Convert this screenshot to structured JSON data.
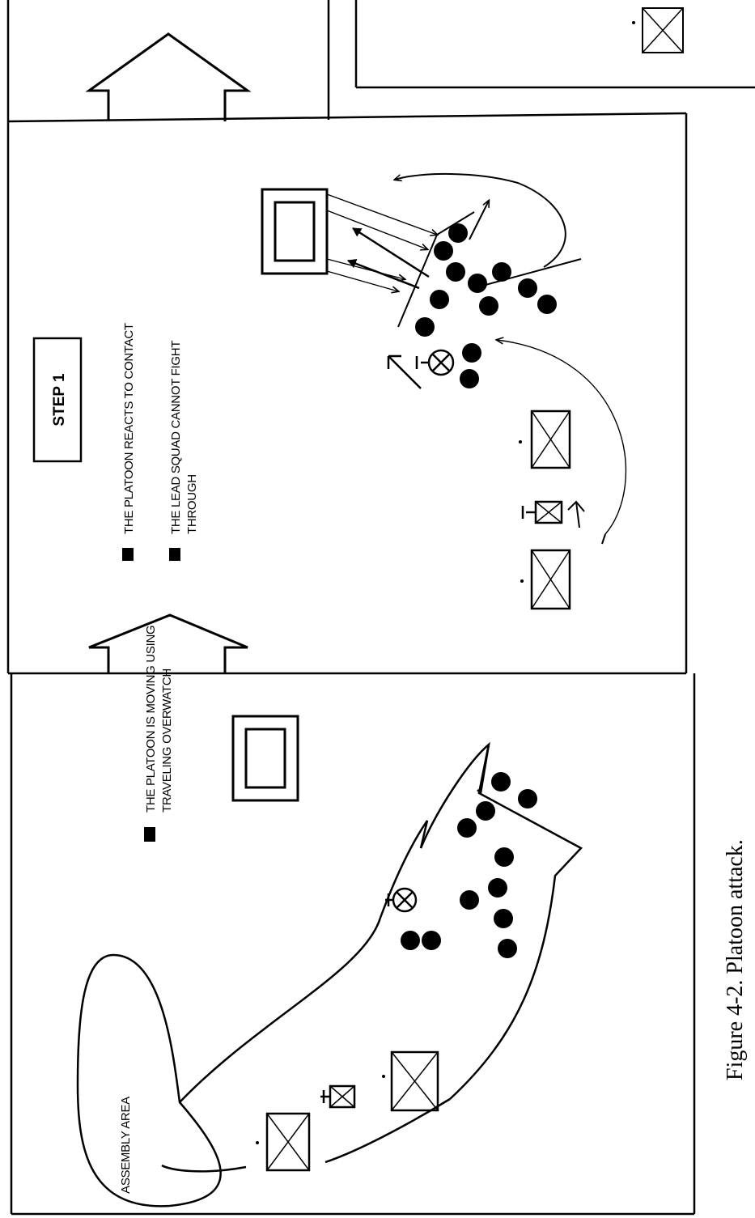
{
  "step_label": "STEP 1",
  "step1_bullets": [
    "THE PLATOON REACTS TO CONTACT",
    "THE LEAD SQUAD CANNOT FIGHT",
    "THROUGH"
  ],
  "panel1_bullet": [
    "THE PLATOON IS MOVING USING",
    "TRAVELING OVERWATCH"
  ],
  "assembly_area_label": "ASSEMBLY AREA",
  "caption": "Figure 4-2. Platoon attack."
}
